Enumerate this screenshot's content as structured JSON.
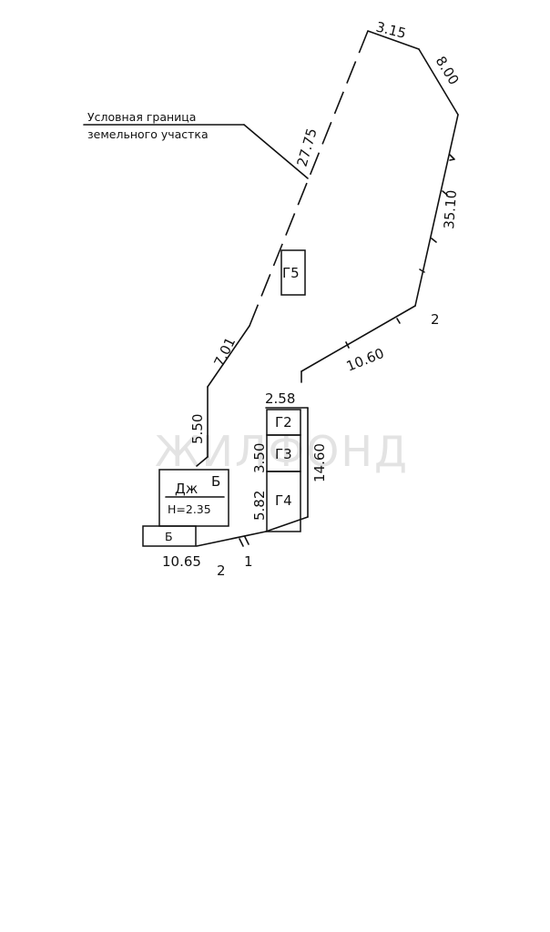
{
  "legend": {
    "line1": "Условная граница",
    "line2": "земельного участка"
  },
  "dimensions": {
    "top_short": "3.15",
    "top_right": "8.00",
    "left_long": "27.75",
    "right_long": "35.10",
    "diag_lower": "10.60",
    "left_mid": "7.01",
    "left_low": "5.50",
    "front": "2.58",
    "garage_side": "14.60",
    "g3_height": "3.50",
    "g4_height": "5.82",
    "bottom": "10.65"
  },
  "points": {
    "right": "2",
    "bottom_left": "2",
    "bottom_right": "1"
  },
  "buildings": {
    "g5": "Г5",
    "g2": "Г2",
    "g3": "Г3",
    "g4": "Г4",
    "house_label": "Дж",
    "house_letter": "Б",
    "house_height": "Н=2.35",
    "porch_letter": "Б"
  },
  "watermark": "ЖИЛФОНД"
}
